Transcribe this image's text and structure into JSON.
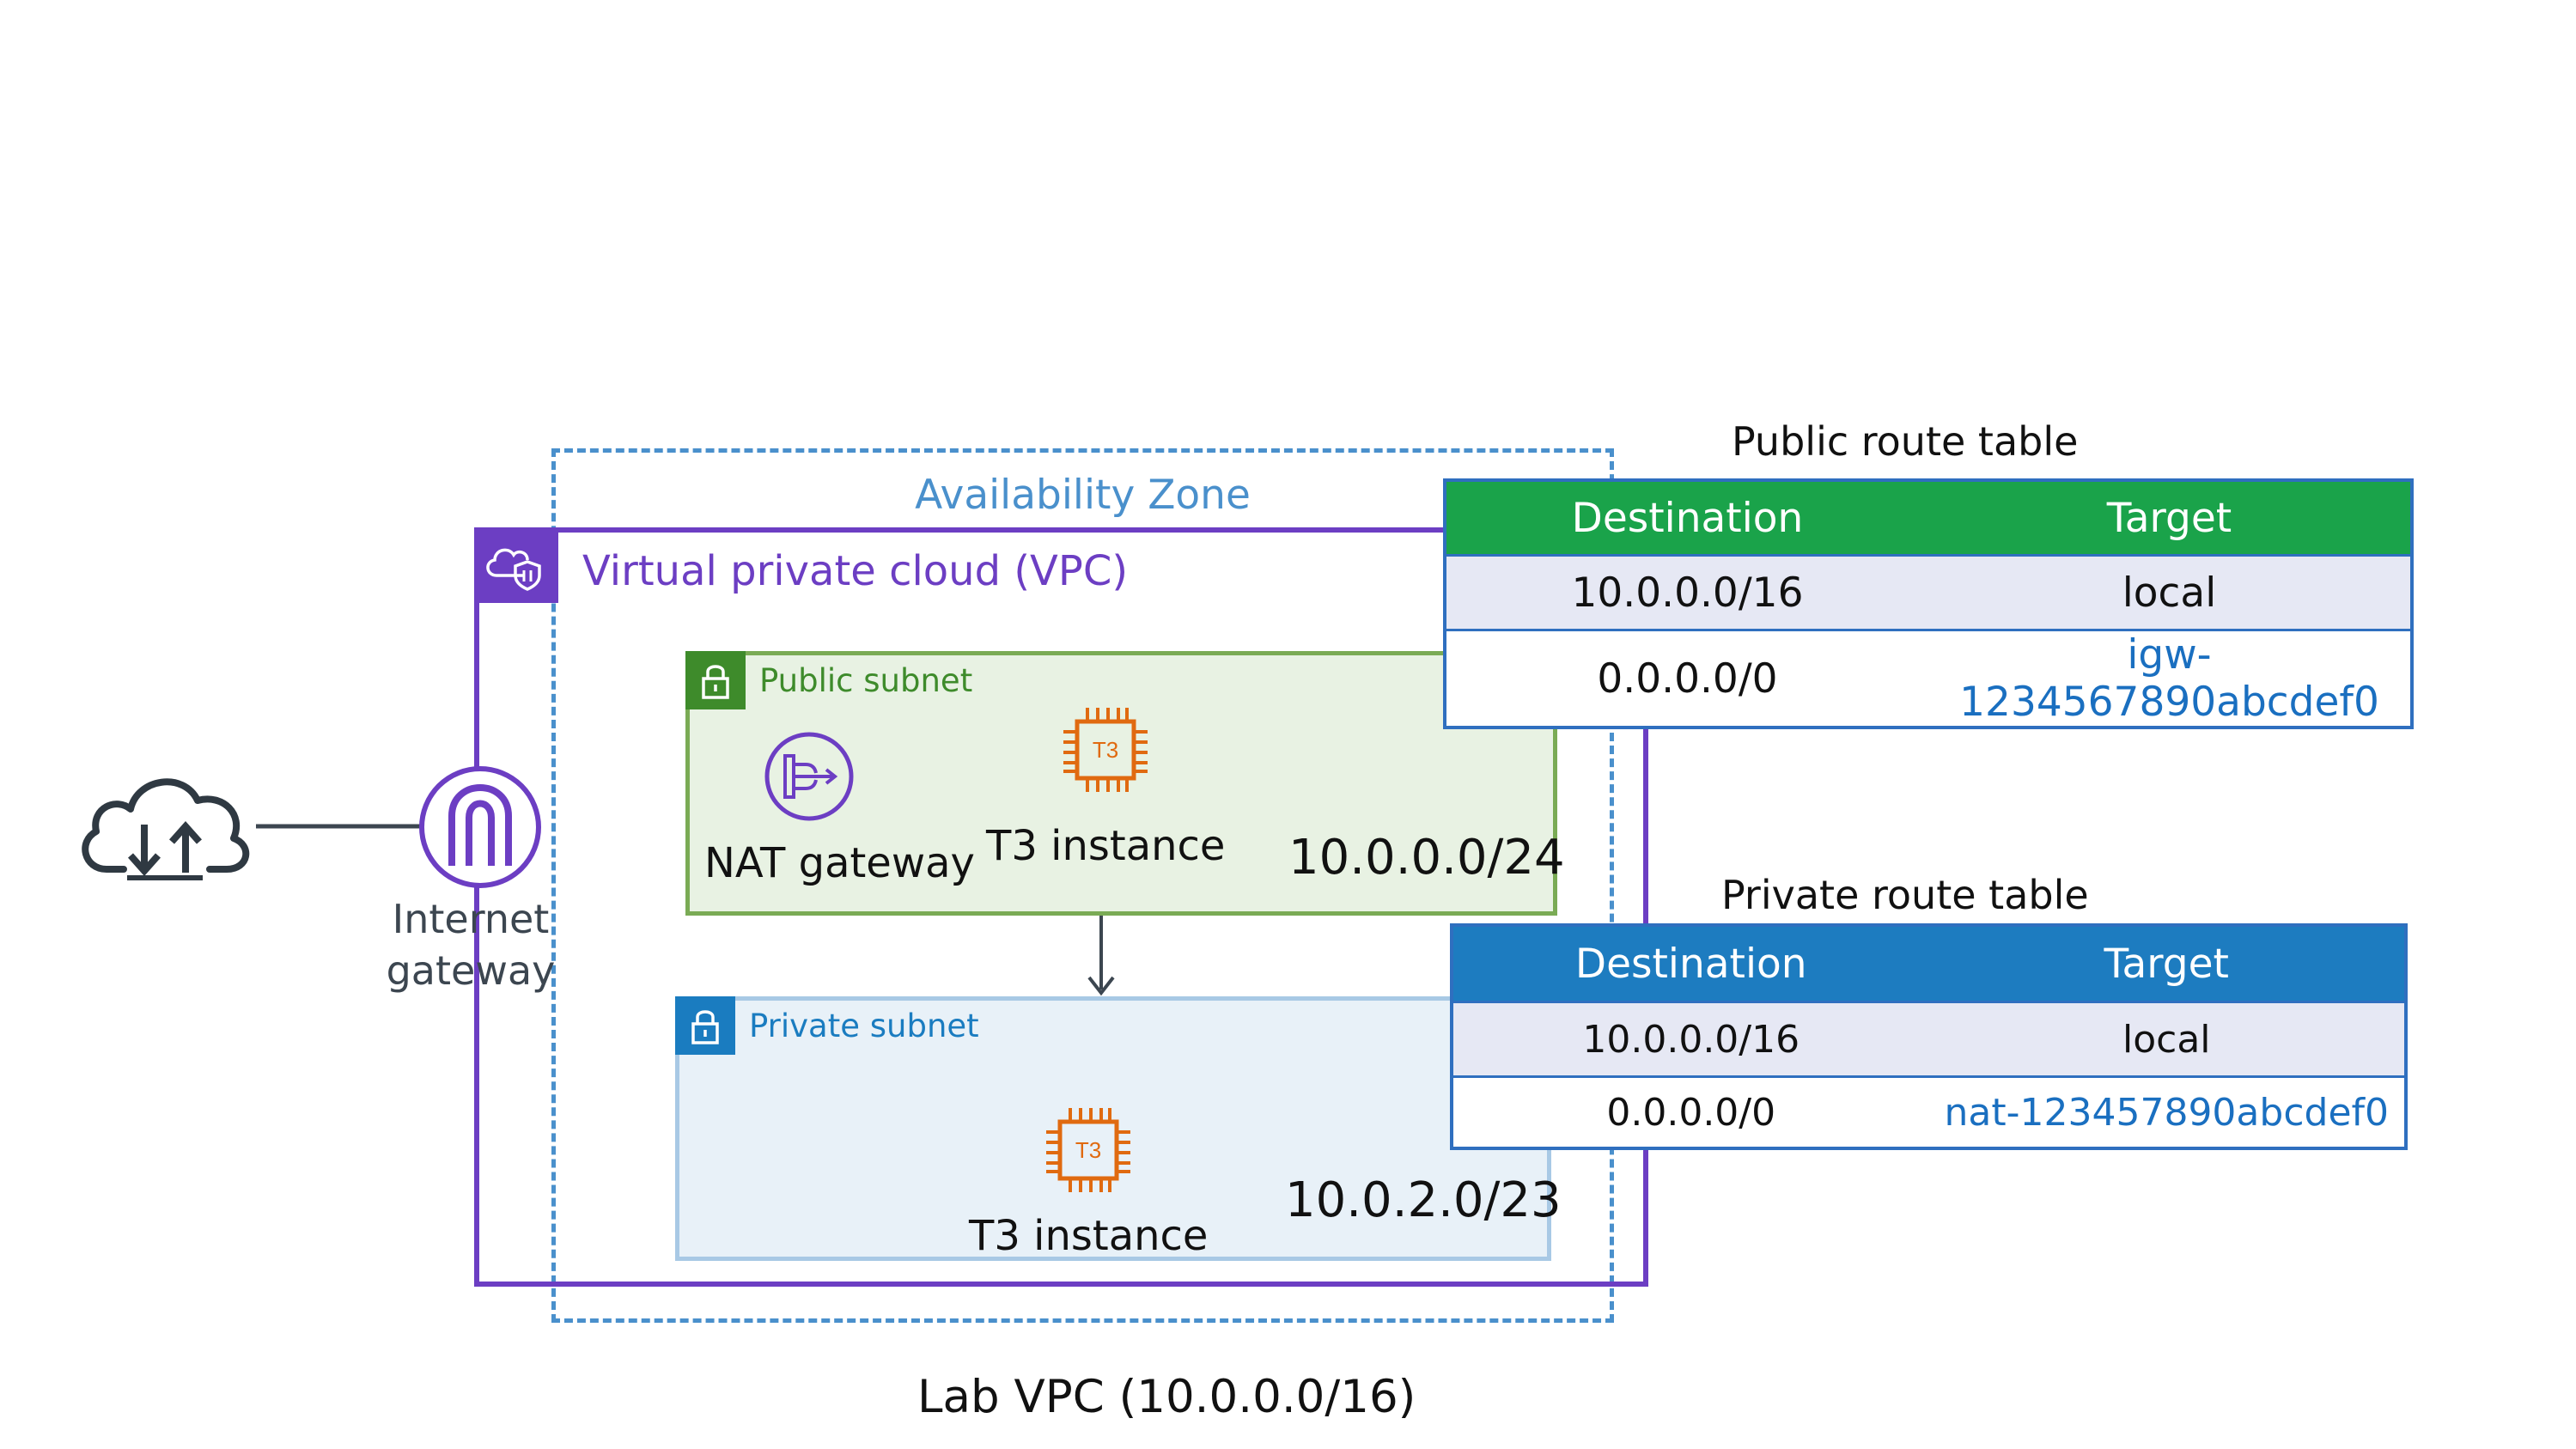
{
  "availability_zone": {
    "label": "Availability Zone"
  },
  "vpc": {
    "label": "Virtual private cloud (VPC)",
    "title": "Lab VPC (10.0.0.0/16)"
  },
  "internet_gateway": {
    "label_line1": "Internet",
    "label_line2": "gateway"
  },
  "public_subnet": {
    "label": "Public subnet",
    "cidr": "10.0.0.0/24",
    "nat_label": "NAT gateway",
    "instance_label": "T3 instance",
    "chip_text": "T3"
  },
  "private_subnet": {
    "label": "Private subnet",
    "cidr": "10.0.2.0/23",
    "instance_label": "T3 instance",
    "chip_text": "T3"
  },
  "public_route_table": {
    "title": "Public route table",
    "headers": [
      "Destination",
      "Target"
    ],
    "rows": [
      {
        "destination": "10.0.0.0/16",
        "target": "local"
      },
      {
        "destination": "0.0.0.0/0",
        "target": "igw-1234567890abcdef0"
      }
    ]
  },
  "private_route_table": {
    "title": "Private route table",
    "headers": [
      "Destination",
      "Target"
    ],
    "rows": [
      {
        "destination": "10.0.0.0/16",
        "target": "local"
      },
      {
        "destination": "0.0.0.0/0",
        "target": "nat-123457890abcdef0"
      }
    ]
  },
  "colors": {
    "vpc": "#6c3ec3",
    "availability_zone": "#4a90cc",
    "public_subnet": "#3e8b2b",
    "private_subnet": "#1a7cc0",
    "instance": "#e06a10",
    "public_table_header": "#1aa34a",
    "private_table_header": "#1d7cc0",
    "link_text": "#1a6fc0"
  },
  "icons": {
    "internet": "cloud-upload-download-icon",
    "internet_gateway": "internet-gateway-icon",
    "vpc": "vpc-cloud-shield-icon",
    "public_subnet": "lock-icon",
    "private_subnet": "lock-icon",
    "nat_gateway": "nat-gateway-icon",
    "instance": "ec2-t3-chip-icon"
  }
}
